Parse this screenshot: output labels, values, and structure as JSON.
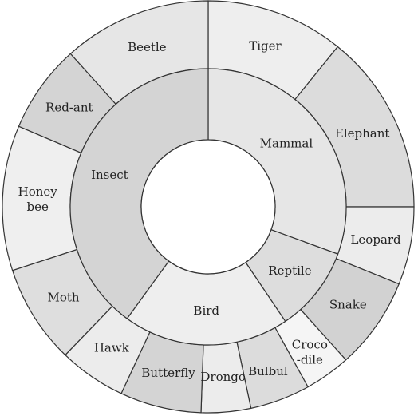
{
  "diagram": {
    "inner": [
      {
        "label": "Mammal",
        "start": 0,
        "end": 110,
        "color": "#e6e6e6"
      },
      {
        "label": "Reptile",
        "start": 110,
        "end": 146,
        "color": "#dddddd"
      },
      {
        "label": "Bird",
        "start": 146,
        "end": 216,
        "color": "#eeeeee"
      },
      {
        "label": "Insect",
        "start": 216,
        "end": 360,
        "color": "#d4d4d4"
      }
    ],
    "outer": [
      {
        "label": "Tiger",
        "start": 0,
        "end": 39,
        "color": "#eeeeee"
      },
      {
        "label": "Elephant",
        "start": 39,
        "end": 90,
        "color": "#dcdcdc"
      },
      {
        "label": "Leopard",
        "start": 90,
        "end": 112,
        "color": "#ececec"
      },
      {
        "label": "Snake",
        "start": 112,
        "end": 138,
        "color": "#d2d2d2"
      },
      {
        "label": "Croco\n-dile",
        "start": 138,
        "end": 151,
        "color": "#f5f5f5"
      },
      {
        "label": "Bulbul",
        "start": 151,
        "end": 168,
        "color": "#dcdcdc"
      },
      {
        "label": "Drongo",
        "start": 168,
        "end": 182,
        "color": "#ececec"
      },
      {
        "label": "Butterfly",
        "start": 182,
        "end": 205,
        "color": "#d4d4d4"
      },
      {
        "label": "Hawk",
        "start": 205,
        "end": 224,
        "color": "#ececec"
      },
      {
        "label": "Moth",
        "start": 224,
        "end": 252,
        "color": "#dedede"
      },
      {
        "label": "Honey\nbee",
        "start": 252,
        "end": 293,
        "color": "#efefef"
      },
      {
        "label": "Red-ant",
        "start": 293,
        "end": 318,
        "color": "#d4d4d4"
      },
      {
        "label": "Beetle",
        "start": 318,
        "end": 360,
        "color": "#e6e6e6"
      }
    ]
  }
}
